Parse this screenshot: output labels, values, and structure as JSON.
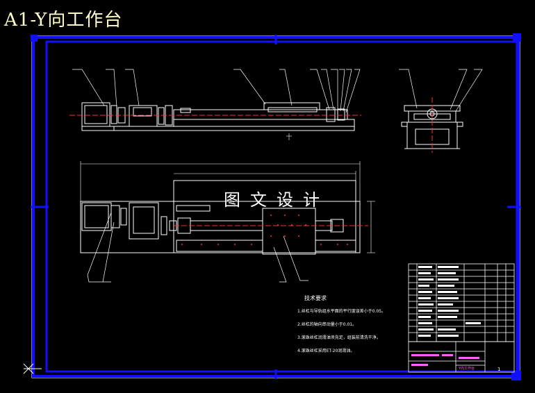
{
  "title": "A1-Y向工作台",
  "watermark": "图文设计",
  "notes": {
    "heading": "技术要求",
    "items": [
      "1.丝杠与导轨组水平面的平行度误差小于0.05。",
      "2.丝杠的轴向串动量小于0.01。",
      "3.滚珠丝杠润滑油须充足，组装前清洗干净。",
      "4.滚珠丝杠采用ET-20润滑油。"
    ]
  },
  "title_block": {
    "drawing_name": "Y向工作台",
    "sheet": "1"
  },
  "colors": {
    "border": "#1010ff",
    "frame": "#ffffff",
    "title": "#ffffc8",
    "accent_red": "#ff3030",
    "magenta": "#ff60ff",
    "cyan": "#40ffff"
  }
}
